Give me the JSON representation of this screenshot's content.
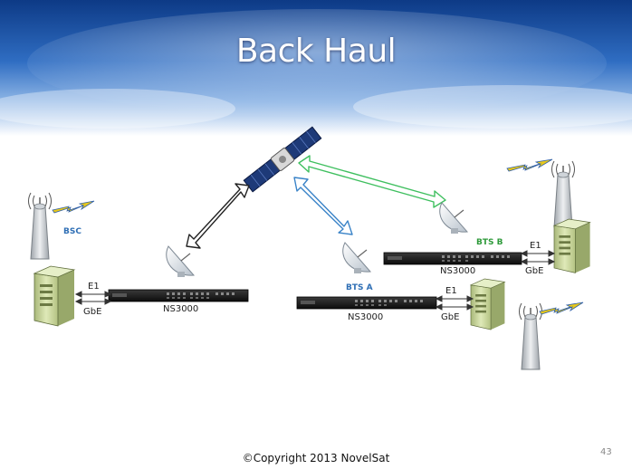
{
  "title": "Back Haul",
  "labels": {
    "bsc": "BSC",
    "bts_a": "BTS A",
    "bts_b": "BTS B",
    "modem": "NS3000",
    "e1": "E1",
    "gbe": "GbE"
  },
  "footer": {
    "copyright": "©Copyright 2013 NovelSat",
    "page_number": "43"
  },
  "colors": {
    "link_bsc": "#222222",
    "link_bts_a": "#3b84c8",
    "link_bts_b": "#3fbf5f",
    "bsc_label": "#2f6fb5",
    "bts_a_label": "#2f6fb5",
    "bts_b_label": "#2e9a3a",
    "lightning": "#e8c81a",
    "server": "#c9d7a0"
  },
  "icons": [
    "satellite-icon",
    "dish-antenna-icon",
    "cell-tower-icon",
    "lightning-icon",
    "server-icon",
    "ns3000-rack-modem-icon"
  ]
}
